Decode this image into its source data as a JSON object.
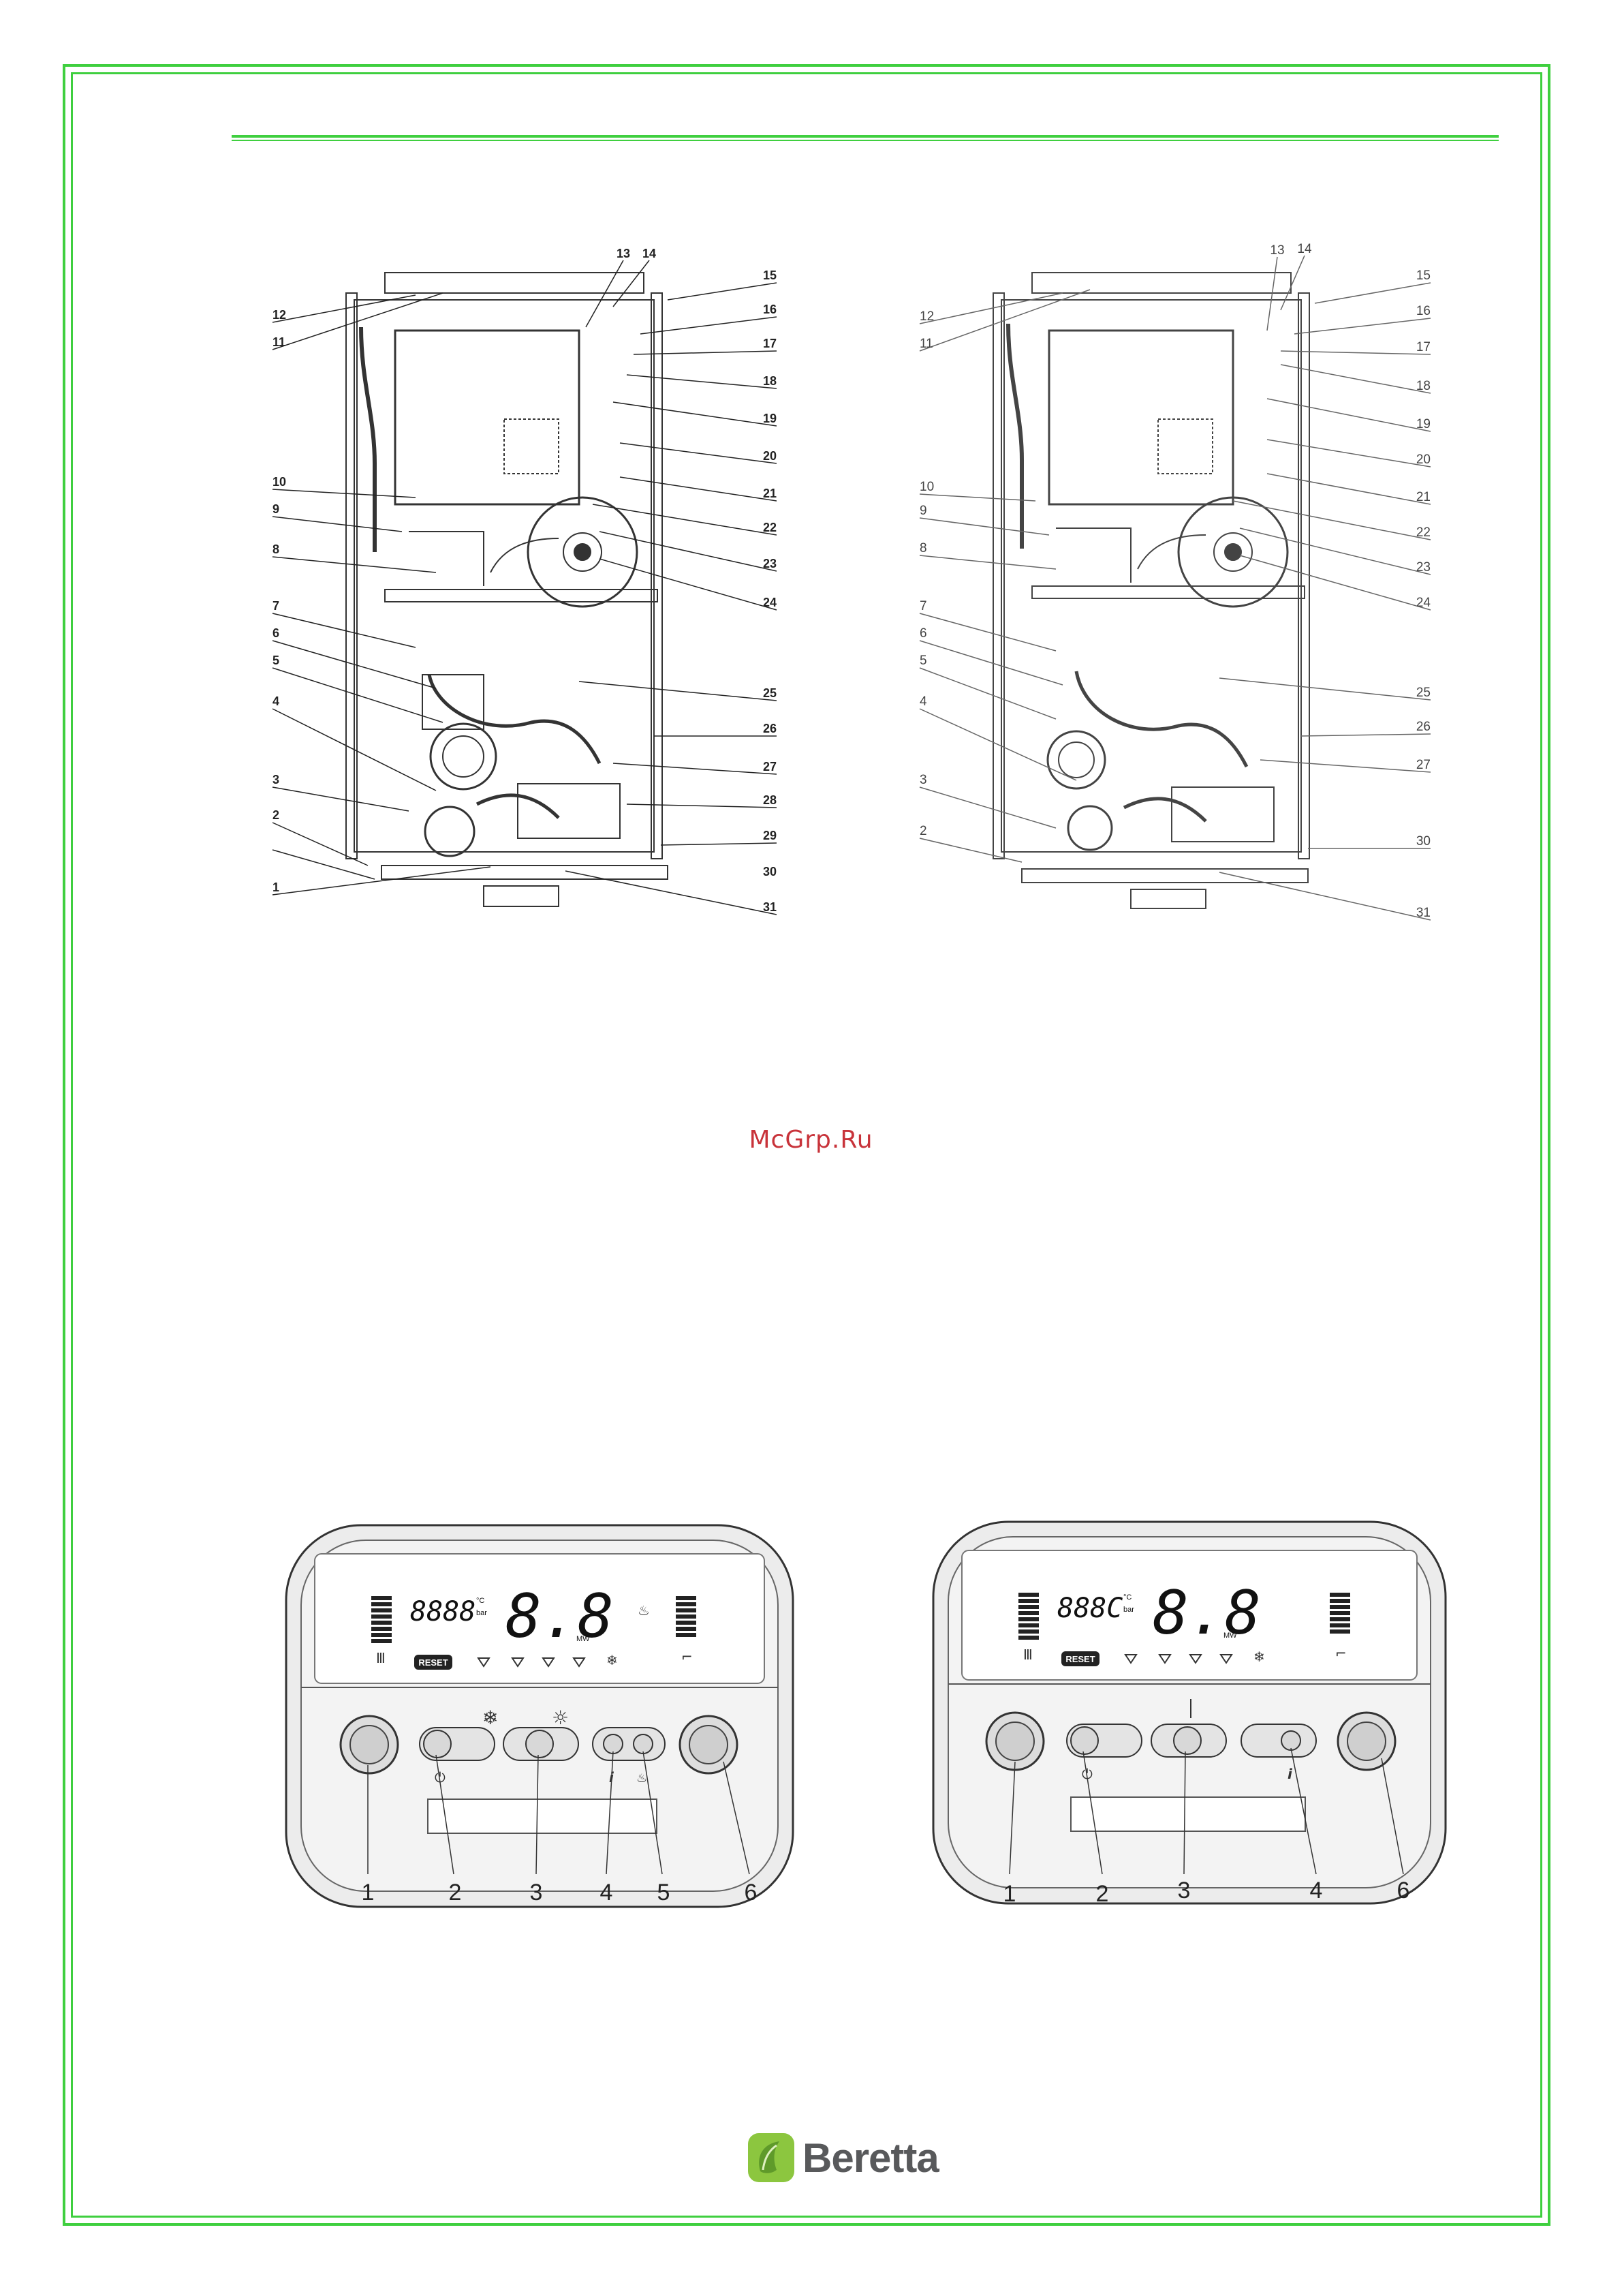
{
  "watermark": "McGrp.Ru",
  "brand": {
    "name": "Beretta",
    "logo_icon": "beretta-leaf-logo"
  },
  "boiler_left": {
    "callouts": [
      "1",
      "2",
      "3",
      "4",
      "5",
      "6",
      "7",
      "8",
      "9",
      "10",
      "11",
      "12",
      "13",
      "14",
      "15",
      "16",
      "17",
      "18",
      "19",
      "20",
      "21",
      "22",
      "23",
      "24",
      "25",
      "26",
      "27",
      "28",
      "29",
      "30",
      "31"
    ]
  },
  "boiler_right": {
    "callouts": [
      "2",
      "3",
      "4",
      "5",
      "6",
      "7",
      "8",
      "9",
      "10",
      "11",
      "12",
      "13",
      "14",
      "15",
      "16",
      "17",
      "18",
      "19",
      "20",
      "21",
      "22",
      "23",
      "24",
      "25",
      "26",
      "27",
      "30",
      "31"
    ]
  },
  "panel_left": {
    "display": {
      "digits_small": "8888",
      "digits_large": "8.8",
      "unit_top": "°C",
      "unit_bottom": "bar",
      "reset_label": "RESET",
      "mw_label": "MW"
    },
    "callouts": [
      "1",
      "2",
      "3",
      "4",
      "5",
      "6"
    ],
    "icons": [
      "radiator-icon",
      "snowflake-icon",
      "sun-icon",
      "info-icon",
      "flame-reset-icon",
      "tap-icon",
      "power-icon"
    ]
  },
  "panel_right": {
    "display": {
      "digits_small": "888C",
      "digits_large": "8.8",
      "unit_top": "°C",
      "unit_bottom": "bar",
      "reset_label": "RESET",
      "mw_label": "MW"
    },
    "callouts": [
      "1",
      "2",
      "3",
      "4",
      "6"
    ],
    "icons": [
      "radiator-icon",
      "snowflake-icon",
      "tap-icon",
      "info-icon",
      "power-icon"
    ]
  },
  "colors": {
    "frame": "#3fcf3f",
    "watermark": "#c8333a",
    "logo_green": "#8cc63f",
    "brand_gray": "#58595b"
  }
}
